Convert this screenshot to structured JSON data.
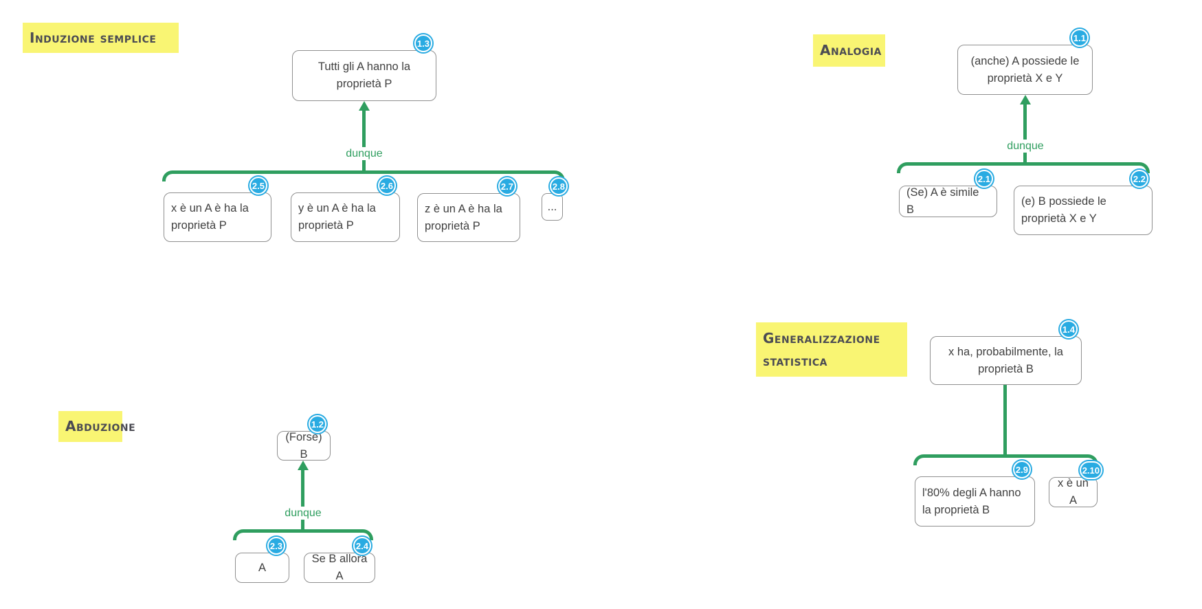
{
  "colors": {
    "edge_green": "#2f9e5f",
    "badge_blue": "#29abe2",
    "label_yellow": "#f9f573",
    "label_text": "#4b4b53",
    "node_border": "#8f8f8f",
    "node_text": "#3f3f3f"
  },
  "trees": [
    {
      "label": "Induzione semplice",
      "edge_label": "dunque",
      "conclusion": {
        "badge": "1.3",
        "text": "Tutti gli A hanno la proprietà P"
      },
      "premises": [
        {
          "badge": "2.5",
          "text": "x è un A è ha la proprietà P"
        },
        {
          "badge": "2.6",
          "text": "y è un A è ha la proprietà P"
        },
        {
          "badge": "2.7",
          "text": "z è un A è ha la proprietà P"
        },
        {
          "badge": "2.8",
          "text": "..."
        }
      ]
    },
    {
      "label": "Analogia",
      "edge_label": "dunque",
      "conclusion": {
        "badge": "1.1",
        "text": "(anche) A possiede le proprietà X e Y"
      },
      "premises": [
        {
          "badge": "2.1",
          "text": "(Se) A è simile B"
        },
        {
          "badge": "2.2",
          "text": "(e) B possiede le proprietà X e Y"
        }
      ]
    },
    {
      "label": "Generalizzazione statistica",
      "edge_label": "",
      "conclusion": {
        "badge": "1.4",
        "text": "x ha, probabilmente, la proprietà B"
      },
      "premises": [
        {
          "badge": "2.9",
          "text": "l'80% degli A hanno la proprietà B"
        },
        {
          "badge": "2.10",
          "text": "x è un A"
        }
      ]
    },
    {
      "label": "Abduzione",
      "edge_label": "dunque",
      "conclusion": {
        "badge": "1.2",
        "text": "(Forse) B"
      },
      "premises": [
        {
          "badge": "2.3",
          "text": "A"
        },
        {
          "badge": "2.4",
          "text": "Se B allora A"
        }
      ]
    }
  ]
}
